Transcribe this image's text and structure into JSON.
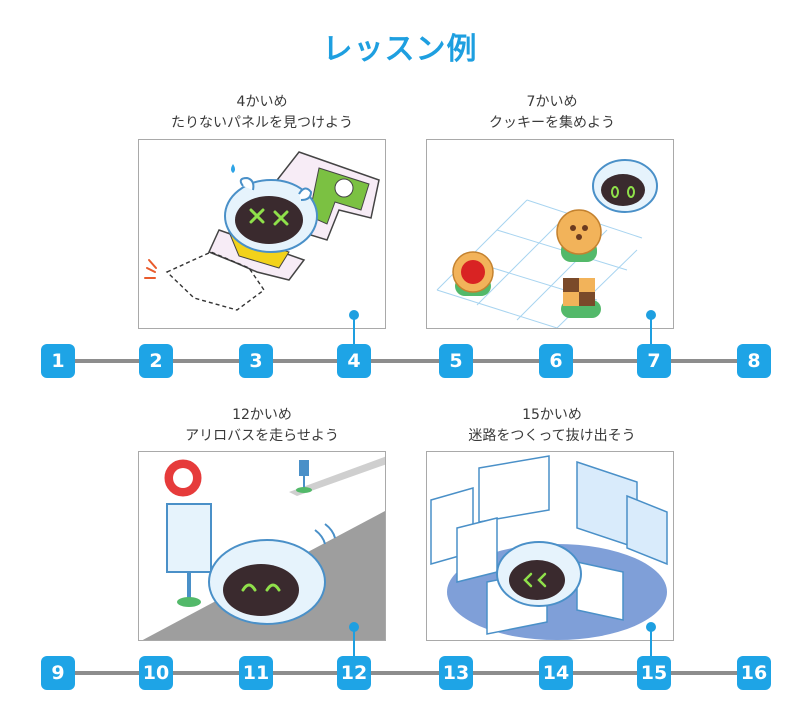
{
  "title": "レッスン例",
  "lessons": [
    {
      "number": "4かいめ",
      "title": "たりないパネルを見つけよう"
    },
    {
      "number": "7かいめ",
      "title": "クッキーを集めよう"
    },
    {
      "number": "12かいめ",
      "title": "アリロバスを走らせよう"
    },
    {
      "number": "15かいめ",
      "title": "迷路をつくって抜け出そう"
    }
  ],
  "timeline_top": [
    "1",
    "2",
    "3",
    "4",
    "5",
    "6",
    "7",
    "8"
  ],
  "timeline_bottom": [
    "9",
    "10",
    "11",
    "12",
    "13",
    "14",
    "15",
    "16"
  ],
  "colors": {
    "accent": "#1e9fe0",
    "line": "#8d8d8d",
    "robot_body": "#e6f3fc",
    "robot_face": "#3a2a2e",
    "robot_eyes": "#8fe04a"
  }
}
